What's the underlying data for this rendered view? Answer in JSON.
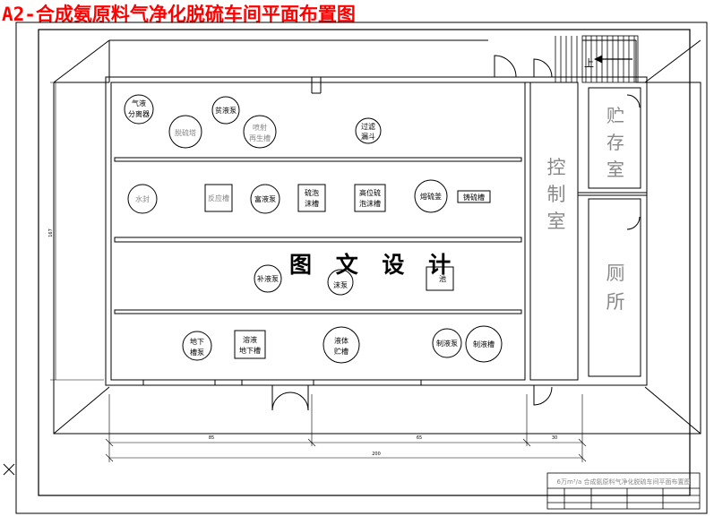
{
  "title": "A2-合成氨原料气净化脱硫车间平面布置图",
  "watermark": "图 文 设 计",
  "rooms": {
    "control": [
      "控",
      "制",
      "室"
    ],
    "storage": [
      "贮",
      "存",
      "室"
    ],
    "toilet": [
      "厕",
      "所"
    ]
  },
  "row1": {
    "gas_separator": [
      "气液",
      "分离器"
    ],
    "desulfurizer": "脱硫塔",
    "lean_pump": "贫液泵",
    "jet_regen": [
      "喷射",
      "再生槽"
    ],
    "filter_funnel": [
      "过滤",
      "漏斗"
    ]
  },
  "row2": {
    "water_seal": "水封",
    "reactor": "反应槽",
    "rich_pump": "富液泵",
    "foam_tank": [
      "硫泡",
      "沫槽"
    ],
    "high_foam_tank": [
      "高位硫",
      "泡沫槽"
    ],
    "melt_kettle": "熔硫釜",
    "ingot_tank": "铸硫槽"
  },
  "row3": {
    "make_pump": "补液泵",
    "foam_pump": "沫泵",
    "pool": "池"
  },
  "row4": {
    "under_pump": [
      "地下",
      "槽泵"
    ],
    "under_tank": [
      "溶液",
      "地下槽"
    ],
    "storage_tank": [
      "液体",
      "贮槽"
    ],
    "prep_pump": "制液泵",
    "prep_tank": "制液槽"
  },
  "dims": {
    "d1": "85",
    "d2": "65",
    "d3": "30",
    "total": "200",
    "height": "167",
    "label_top": "上"
  },
  "titleblock": "6万m³/a 合成氨原料气净化脱硫车间平面布置图"
}
